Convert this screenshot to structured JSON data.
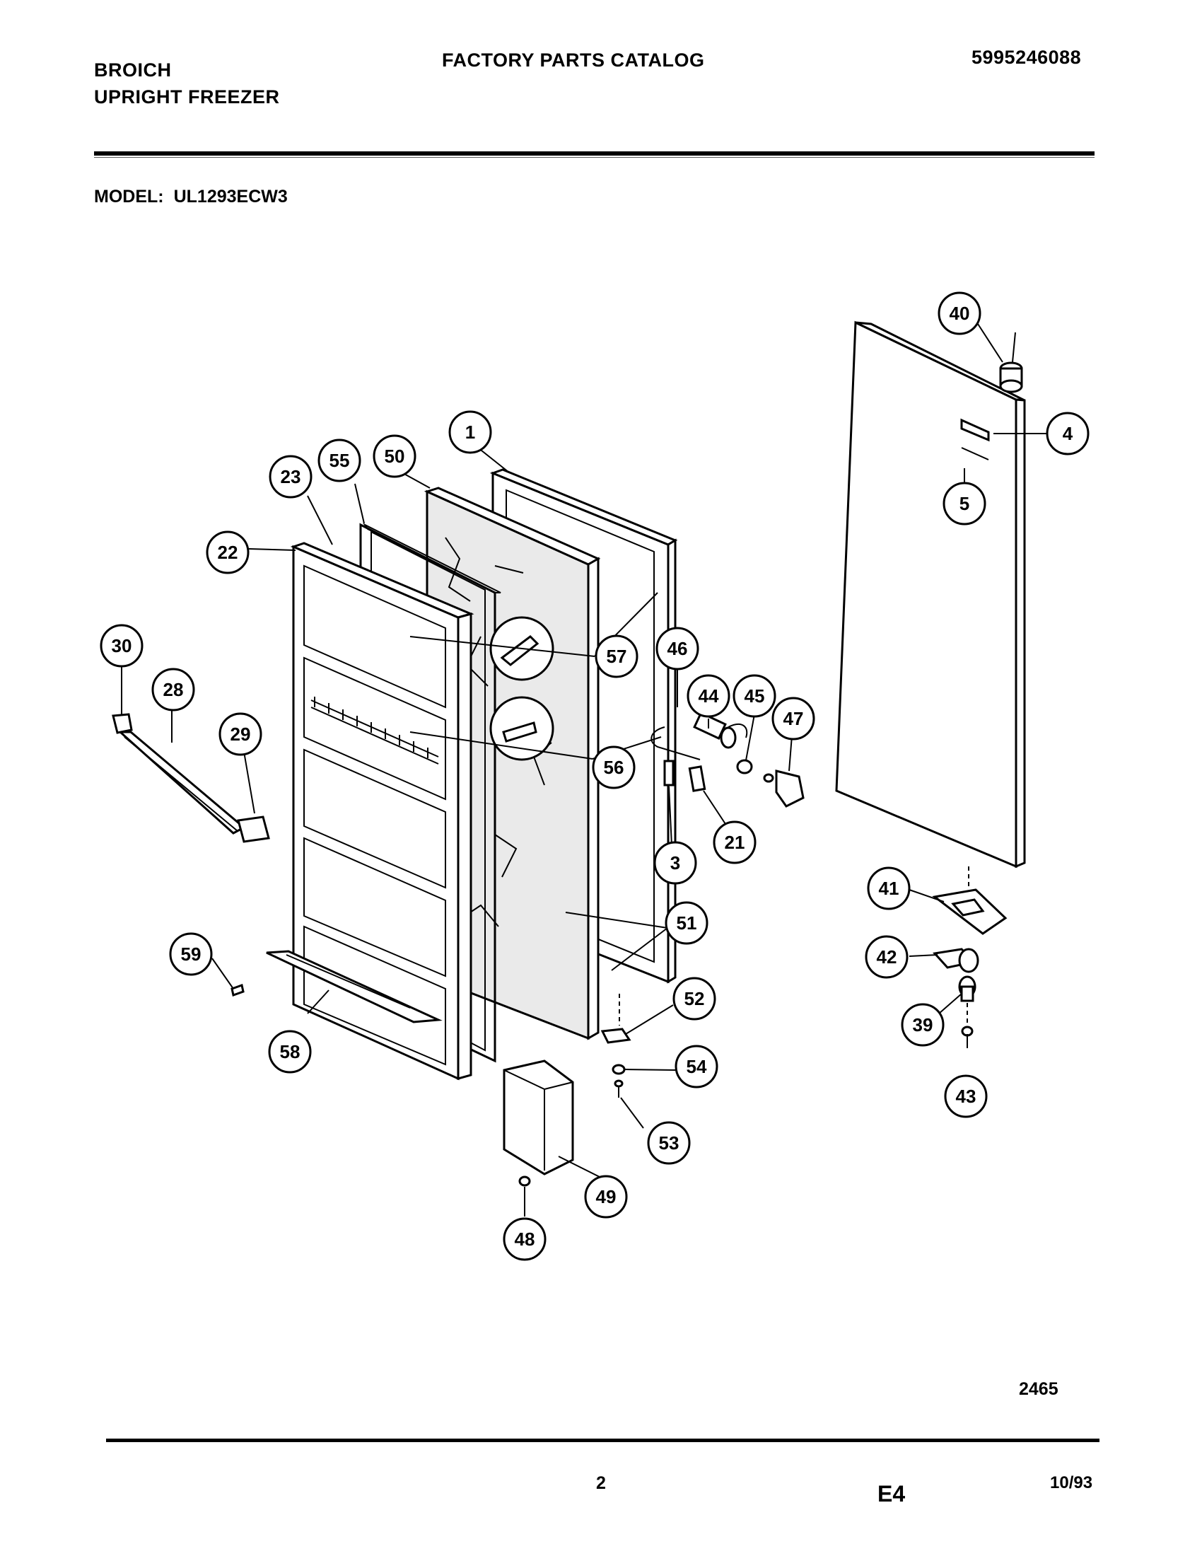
{
  "header": {
    "brand_line1": "BROICH",
    "brand_line2": "UPRIGHT FREEZER",
    "title": "FACTORY PARTS CATALOG",
    "doc_number": "5995246088"
  },
  "model": {
    "label": "MODEL:",
    "value": "UL1293ECW3"
  },
  "callouts": [
    "1",
    "3",
    "4",
    "5",
    "21",
    "22",
    "23",
    "28",
    "29",
    "30",
    "39",
    "40",
    "41",
    "42",
    "43",
    "44",
    "45",
    "46",
    "47",
    "48",
    "49",
    "50",
    "51",
    "52",
    "53",
    "54",
    "55",
    "56",
    "57",
    "58",
    "59"
  ],
  "footer": {
    "figure_number": "2465",
    "page_number": "2",
    "section": "E4",
    "date": "10/93"
  }
}
